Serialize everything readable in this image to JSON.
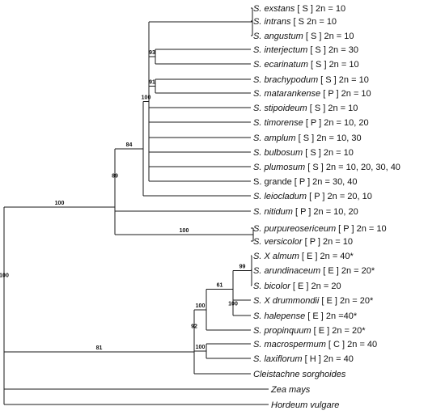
{
  "leaves": [
    {
      "id": "exstans",
      "genus": "S.",
      "epithet": "exstans",
      "info": "[ S ] 2n = 10"
    },
    {
      "id": "intrans",
      "genus": "S.",
      "epithet": "intrans",
      "info": "[ S  2n = 10"
    },
    {
      "id": "angustum",
      "genus": "S.",
      "epithet": "angustum",
      "info": "[ S ] 2n = 10"
    },
    {
      "id": "interjectum",
      "genus": "S.",
      "epithet": "interjectum",
      "info": "[ S ] 2n = 30"
    },
    {
      "id": "ecarinatum",
      "genus": "S.",
      "epithet": "ecarinatum",
      "info": "[ S ] 2n = 10"
    },
    {
      "id": "brachypodum",
      "genus": "S.",
      "epithet": "brachypodum",
      "info": "[ S ] 2n = 10"
    },
    {
      "id": "matarankense",
      "genus": "S.",
      "epithet": "matarankense",
      "info": "[ P ] 2n = 10"
    },
    {
      "id": "stipoideum",
      "genus": "S.",
      "epithet": "stipoideum",
      "info": "[ S ] 2n = 10"
    },
    {
      "id": "timorense",
      "genus": "S.",
      "epithet": "timorense",
      "info": "[ P ] 2n = 10, 20"
    },
    {
      "id": "amplum",
      "genus": "S.",
      "epithet": "amplum",
      "info": "[ S ] 2n = 10, 30"
    },
    {
      "id": "bulbosum",
      "genus": "S.",
      "epithet": "bulbosum",
      "info": "[ S ] 2n = 10"
    },
    {
      "id": "plumosum",
      "genus": "S.",
      "epithet": "plumosum",
      "info": "[ S ] 2n = 10, 20, 30, 40"
    },
    {
      "id": "grande",
      "genus": "",
      "epithet": "",
      "info": "S. grande [ P ] 2n = 30, 40"
    },
    {
      "id": "leiocladum",
      "genus": "S.",
      "epithet": "leiocladum",
      "info": "[ P ] 2n = 20, 10"
    },
    {
      "id": "nitidum",
      "genus": "S.",
      "epithet": "nitidum",
      "info": "[ P ] 2n = 10, 20"
    },
    {
      "id": "purpureosericeum",
      "genus": "S.",
      "epithet": "purpureosericeum",
      "info": "[ P ] 2n = 10"
    },
    {
      "id": "versicolor",
      "genus": "S.",
      "epithet": "versicolor",
      "info": "[ P ] 2n = 10"
    },
    {
      "id": "almum",
      "genus": "S. X",
      "epithet": "almum",
      "info": "[ E ] 2n = 40*"
    },
    {
      "id": "arundinaceum",
      "genus": "S.",
      "epithet": "arundinaceum",
      "info": "[ E ] 2n = 20*"
    },
    {
      "id": "bicolor",
      "genus": "S.",
      "epithet": "bicolor",
      "info": "[ E ] 2n = 20"
    },
    {
      "id": "drummondii",
      "genus": "S. X",
      "epithet": "drummondii",
      "info": "[ E ] 2n = 20*"
    },
    {
      "id": "halepense",
      "genus": "S.",
      "epithet": "halepense",
      "info": "[ E ] 2n =40*"
    },
    {
      "id": "propinquum",
      "genus": "S.",
      "epithet": "propinquum",
      "info": "[ E ] 2n = 20*"
    },
    {
      "id": "macrospermum",
      "genus": "S.",
      "epithet": "macrospermum",
      "info": "[ C ] 2n = 40"
    },
    {
      "id": "laxiflorum",
      "genus": "S.",
      "epithet": "laxiflorum",
      "info": "[ H ] 2n = 40"
    },
    {
      "id": "cleistachne",
      "genus": "Cleistachne sorghoides",
      "epithet": "",
      "info": ""
    },
    {
      "id": "zea",
      "genus": "Zea mays",
      "epithet": "",
      "info": ""
    },
    {
      "id": "hordeum",
      "genus": "Hordeum vulgare",
      "epithet": "",
      "info": ""
    }
  ],
  "clades": [
    {
      "id": "c_exstans",
      "children": [
        "exstans",
        "intrans",
        "angustum"
      ],
      "support": ""
    },
    {
      "id": "c_interjectum",
      "children": [
        "interjectum",
        "ecarinatum"
      ],
      "support": "93"
    },
    {
      "id": "c_brachypodum",
      "children": [
        "brachypodum",
        "matarankense"
      ],
      "support": "91"
    },
    {
      "id": "c_core",
      "children": [
        "c_exstans",
        "c_interjectum",
        "c_brachypodum",
        "stipoideum",
        "timorense",
        "amplum",
        "bulbosum",
        "plumosum",
        "grande"
      ],
      "support": "100"
    },
    {
      "id": "c_84",
      "children": [
        "c_core",
        "leiocladum"
      ],
      "support": "84"
    },
    {
      "id": "c_89",
      "children": [
        "c_84",
        "nitidum"
      ],
      "support": "89"
    },
    {
      "id": "c_purp",
      "children": [
        "purpureosericeum",
        "versicolor"
      ],
      "support": "100"
    },
    {
      "id": "c_australian",
      "children": [
        "c_89",
        "c_purp"
      ],
      "support": "100"
    },
    {
      "id": "c_99",
      "children": [
        "almum",
        "arundinaceum",
        "bicolor"
      ],
      "support": "99"
    },
    {
      "id": "c_halep",
      "children": [
        "drummondii",
        "halepense"
      ],
      "support": "100"
    },
    {
      "id": "c_61",
      "children": [
        "c_99",
        "c_halep"
      ],
      "support": "61"
    },
    {
      "id": "c_eu",
      "children": [
        "c_61",
        "propinquum"
      ],
      "support": "100"
    },
    {
      "id": "c_macro",
      "children": [
        "macrospermum",
        "laxiflorum"
      ],
      "support": "100"
    },
    {
      "id": "c_92",
      "children": [
        "c_eu",
        "c_macro"
      ],
      "support": "92"
    },
    {
      "id": "c_81",
      "children": [
        "c_92",
        "cleistachne"
      ],
      "support": "81"
    },
    {
      "id": "c_sorghum",
      "children": [
        "c_australian",
        "c_81"
      ],
      "support": "100"
    },
    {
      "id": "c_inner_root",
      "children": [
        "c_sorghum",
        "zea"
      ],
      "support": ""
    },
    {
      "id": "root",
      "children": [
        "c_inner_root",
        "hordeum"
      ],
      "support": ""
    }
  ]
}
